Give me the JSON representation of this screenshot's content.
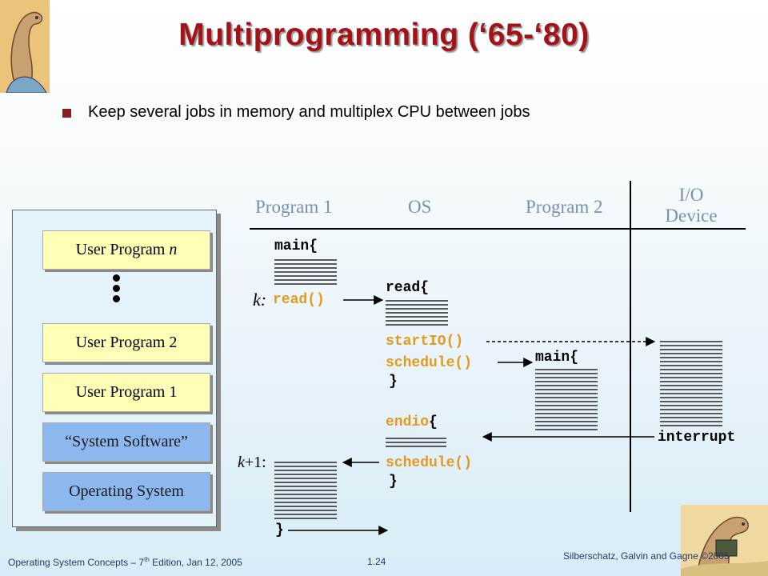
{
  "slide": {
    "title": "Multiprogramming (‘65-‘80)",
    "bullet": "Keep several jobs in memory and multiplex CPU between jobs"
  },
  "stack": {
    "user_program_n": "User Program n",
    "ellipsis": "⋮",
    "user_program_2": "User Program 2",
    "user_program_1": "User Program 1",
    "system_software": "“System Software”",
    "operating_system": "Operating System"
  },
  "timeline": {
    "headers": {
      "program1": "Program 1",
      "os": "OS",
      "program2": "Program 2",
      "io_line1": "I/O",
      "io_line2": "Device"
    },
    "code": {
      "p1_main": "main{",
      "k_label": "k:",
      "p1_read": "read()",
      "os_read": "read{",
      "os_startio": "startIO()",
      "os_schedule1": "schedule()",
      "os_brace1": "}",
      "p2_main": "main{",
      "os_endio": "endio",
      "os_endio_brace": "{",
      "interrupt": "interrupt",
      "k1_label": "k+1:",
      "os_schedule2": "schedule()",
      "os_brace2": "}",
      "p1_end": "}"
    }
  },
  "footer": {
    "left_prefix": "Operating System Concepts – 7",
    "left_sup": "th",
    "left_suffix": " Edition, Jan 12, 2005",
    "page": "1.24",
    "right": "Silberschatz, Galvin and Gagne ©2005"
  },
  "colors": {
    "title": "#a31216",
    "header_text": "#7b8fb0",
    "code_orange": "#e29a1e",
    "box_yellow": "#ffffb8",
    "box_blue": "#8db8ef",
    "footer_text": "#223a66"
  },
  "icons": [
    "dinosaur-logo-icon",
    "dinosaur-computer-icon",
    "bullet-square-icon"
  ]
}
